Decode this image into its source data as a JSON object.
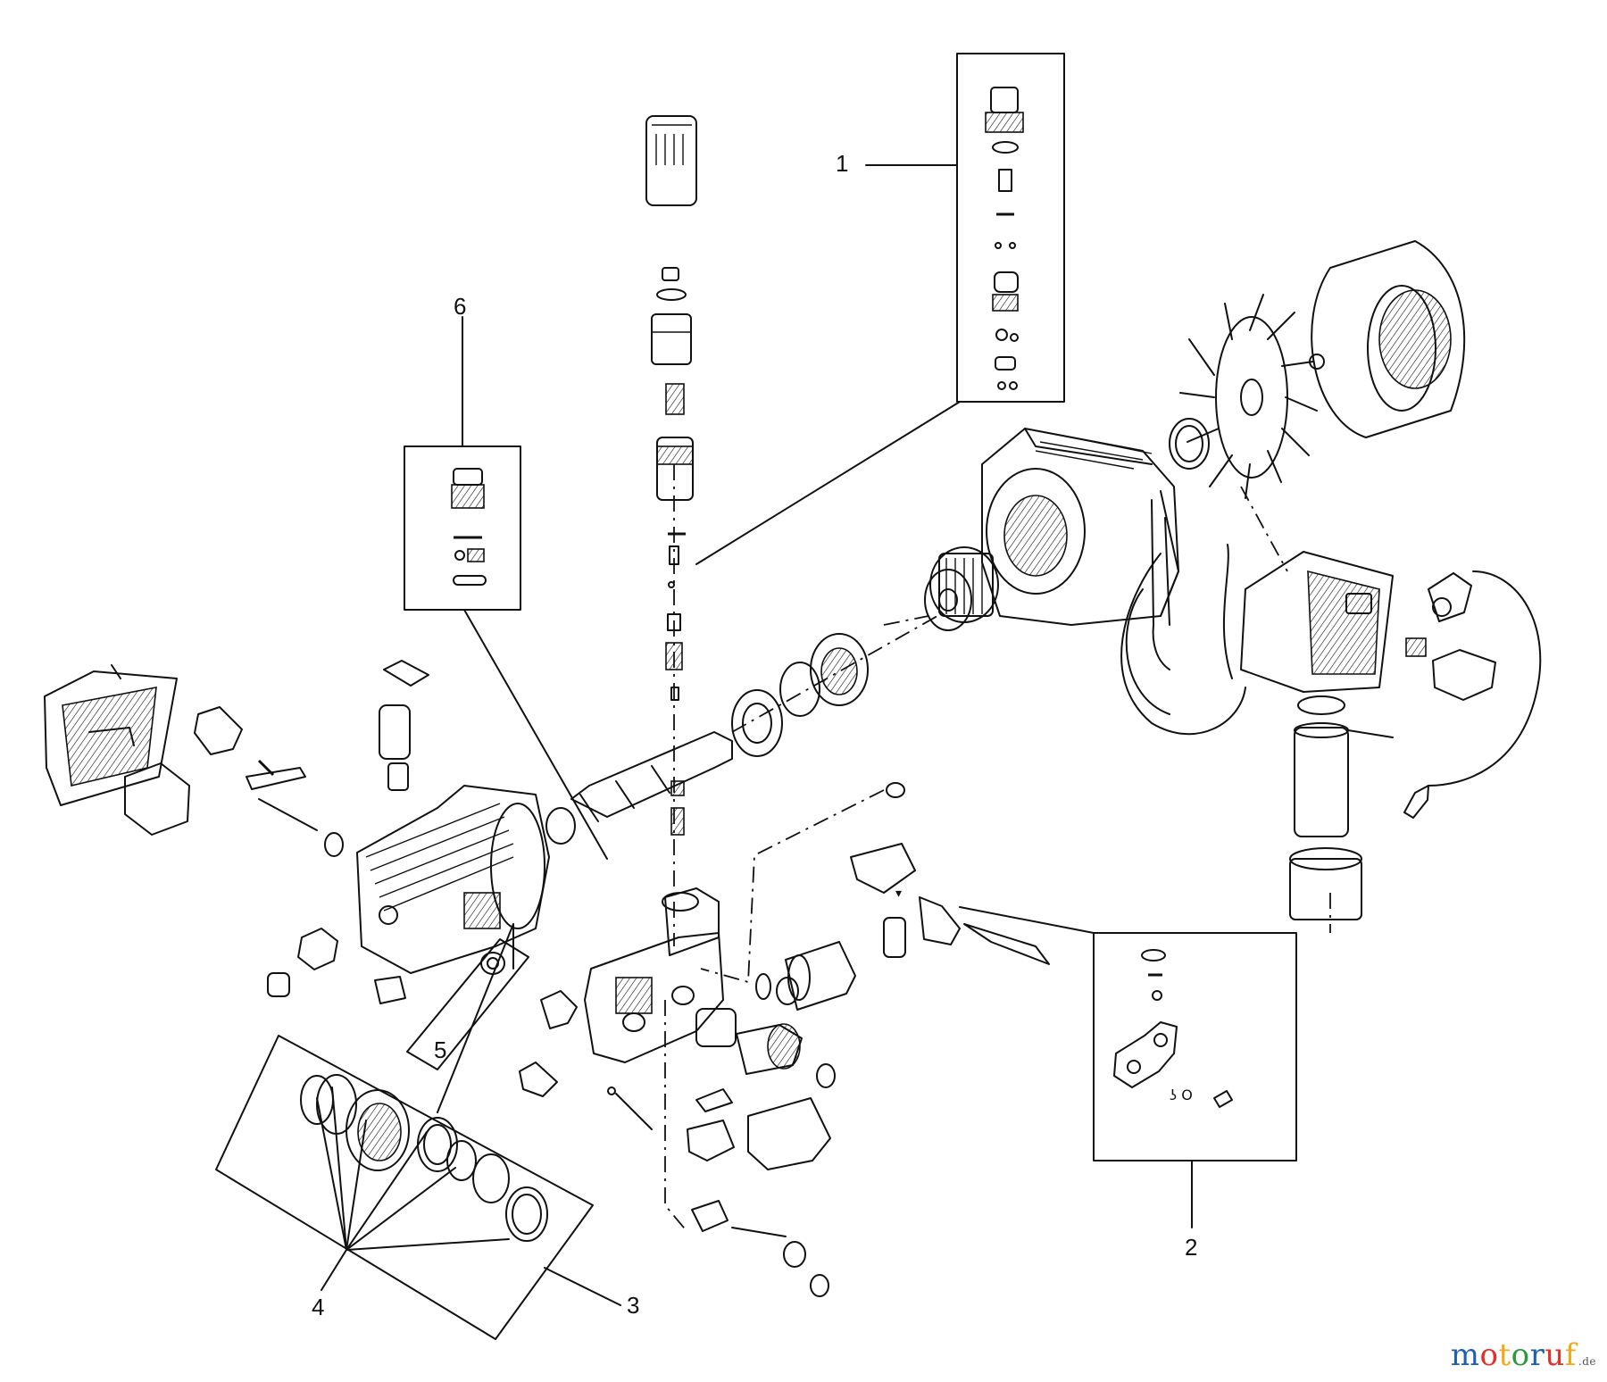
{
  "callouts": {
    "c1": "1",
    "c2": "2",
    "c3": "3",
    "c4": "4",
    "c5": "5",
    "c6": "6"
  },
  "watermark": {
    "brand": "motoruf",
    "suffix": ".de",
    "colors": [
      "#1e5fae",
      "#e0312a",
      "#f2a81b",
      "#2a9a3c"
    ]
  }
}
